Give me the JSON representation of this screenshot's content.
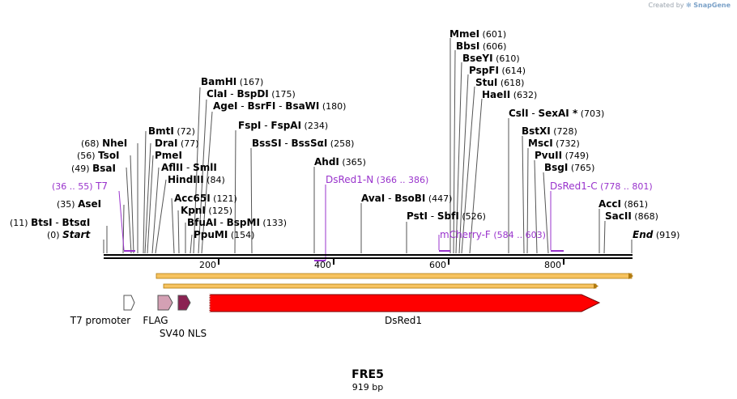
{
  "branding": {
    "created_by": "Created by",
    "app": "SnapGene"
  },
  "map": {
    "name": "FRE5",
    "length_label": "919 bp",
    "length": 919,
    "ticks": [
      "200",
      "400",
      "600",
      "800"
    ],
    "ends": [
      {
        "label": "Start",
        "pos": "(0)"
      },
      {
        "label": "End",
        "pos": "(919)"
      }
    ],
    "sites": [
      {
        "pos": "(11)",
        "name": "BtsI",
        "alt": "BtsαI"
      },
      {
        "pos": "(35)",
        "name": "AseI"
      },
      {
        "pos": "(49)",
        "name": "BsaI"
      },
      {
        "pos": "(56)",
        "name": "TsoI"
      },
      {
        "pos": "(68)",
        "name": "NheI"
      },
      {
        "name": "BmtI",
        "pos": "(72)"
      },
      {
        "name": "DraI",
        "pos": "(77)"
      },
      {
        "name": "PmeI"
      },
      {
        "name": "AflII",
        "alt": "SmlI"
      },
      {
        "name": "HindIII",
        "pos": "(84)"
      },
      {
        "name": "Acc65I",
        "pos": "(121)"
      },
      {
        "name": "KpnI",
        "pos": "(125)"
      },
      {
        "name": "BfuAI",
        "alt": "BspMI",
        "pos": "(133)"
      },
      {
        "name": "PpuMI",
        "pos": "(154)"
      },
      {
        "name": "BamHI",
        "pos": "(167)"
      },
      {
        "name": "ClaI",
        "alt": "BspDI",
        "pos": "(175)"
      },
      {
        "name": "AgeI",
        "alt": "BsrFI",
        "alt2": "BsaWI",
        "pos": "(180)"
      },
      {
        "name": "FspI",
        "alt": "FspAI",
        "pos": "(234)"
      },
      {
        "name": "BssSI",
        "alt": "BssSαI",
        "pos": "(258)"
      },
      {
        "name": "AhdI",
        "pos": "(365)"
      },
      {
        "name": "AvaI",
        "alt": "BsoBI",
        "pos": "(447)"
      },
      {
        "name": "PstI",
        "alt": "SbfI",
        "pos": "(526)"
      },
      {
        "name": "MmeI",
        "pos": "(601)"
      },
      {
        "name": "BbsI",
        "pos": "(606)"
      },
      {
        "name": "BseYI",
        "pos": "(610)"
      },
      {
        "name": "PspFI",
        "pos": "(614)"
      },
      {
        "name": "StuI",
        "pos": "(618)"
      },
      {
        "name": "HaeII",
        "pos": "(632)"
      },
      {
        "name": "CslI",
        "alt": "SexAI *",
        "pos": "(703)"
      },
      {
        "name": "BstXI",
        "pos": "(728)"
      },
      {
        "name": "MscI",
        "pos": "(732)"
      },
      {
        "name": "PvuII",
        "pos": "(749)"
      },
      {
        "name": "BsgI",
        "pos": "(765)"
      },
      {
        "name": "AccI",
        "pos": "(861)"
      },
      {
        "name": "SacII",
        "pos": "(868)"
      }
    ],
    "primers": [
      {
        "name": "T7",
        "range": "(36 .. 55)"
      },
      {
        "name": "DsRed1-N",
        "range": "(366 .. 386)"
      },
      {
        "name": "mCherry-F",
        "range": "(584 .. 603)"
      },
      {
        "name": "DsRed1-C",
        "range": "(778 .. 801)"
      }
    ],
    "features": [
      {
        "name": "T7 promoter",
        "color": "#ffffff"
      },
      {
        "name": "FLAG",
        "color": "#d4a0b4"
      },
      {
        "name": "SV40 NLS",
        "color": "#8b2252"
      },
      {
        "name": "DsRed1",
        "color": "#ff0000"
      }
    ],
    "colors": {
      "primer": "#9933cc",
      "orf": "#f0a830",
      "backbone": "#000000"
    }
  }
}
